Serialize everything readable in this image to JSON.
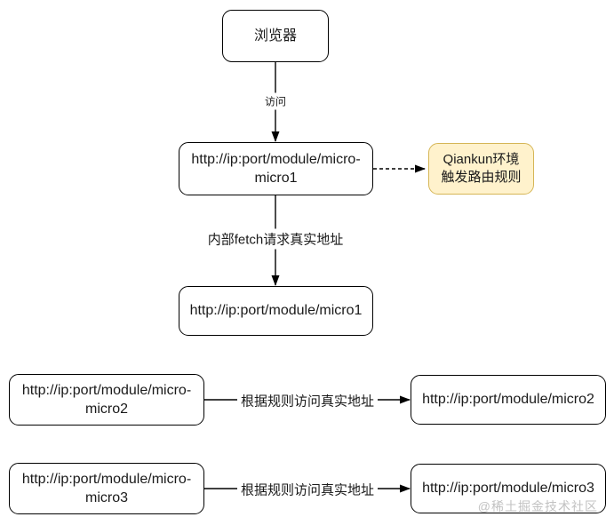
{
  "nodes": {
    "browser": {
      "label": "浏览器"
    },
    "micro_micro1": {
      "label": "http://ip:port/module/micro-\nmicro1"
    },
    "qiankun_note": {
      "label": "Qiankun环境\n触发路由规则"
    },
    "micro1": {
      "label": "http://ip:port/module/micro1"
    },
    "micro_micro2": {
      "label": "http://ip:port/module/micro-\nmicro2"
    },
    "micro2": {
      "label": "http://ip:port/module/micro2"
    },
    "micro_micro3": {
      "label": "http://ip:port/module/micro-\nmicro3"
    },
    "micro3": {
      "label": "http://ip:port/module/micro3"
    }
  },
  "edges": {
    "visit": {
      "label": "访问"
    },
    "internal_fetch": {
      "label": "内部fetch请求真实地址"
    },
    "rule_micro2": {
      "label": "根据规则访问真实地址"
    },
    "rule_micro3": {
      "label": "根据规则访问真实地址"
    }
  },
  "watermark": {
    "text": "@稀土掘金技术社区"
  },
  "colors": {
    "node_fill": "#FFFFFF",
    "node_border": "#000000",
    "note_fill": "#FFF2CC",
    "note_border": "#D6B656",
    "text_color": "#1A1A1A",
    "edge_color": "#000000",
    "watermark_color": "#C2C2C2",
    "canvas_bg": "#FFFFFF"
  }
}
